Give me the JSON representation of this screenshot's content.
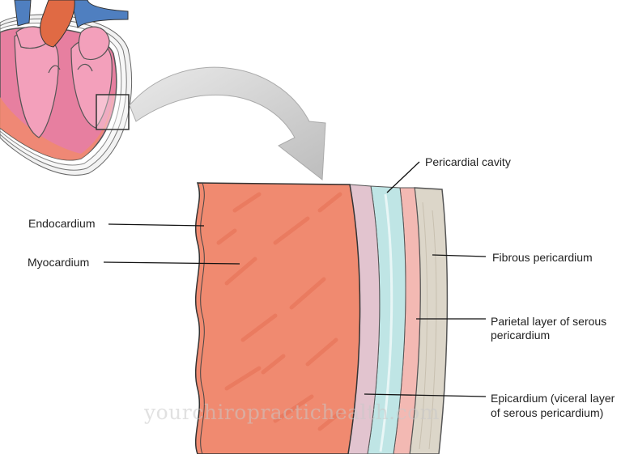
{
  "labels": {
    "pericardial_cavity": "Pericardial cavity",
    "endocardium": "Endocardium",
    "myocardium": "Myocardium",
    "fibrous_pericardium": "Fibrous pericardium",
    "parietal_line1": "Parietal layer of serous",
    "parietal_line2": "pericardium",
    "epicardium_line1": "Epicardium (viceral layer",
    "epicardium_line2": "of serous pericardium)"
  },
  "watermark": "yourchiropractichealth.com",
  "colors": {
    "myocardium": "#f08a70",
    "epicardium": "#e2c4cf",
    "pericardial_cavity": "#bfe5e5",
    "parietal_layer": "#f3b9b3",
    "fibrous_pericardium": "#dcd6c9",
    "vein": "#4f7fc0",
    "aorta": "#e06a44",
    "heart_pink": "#e77fa0",
    "arrow": "#cfcfcf"
  }
}
